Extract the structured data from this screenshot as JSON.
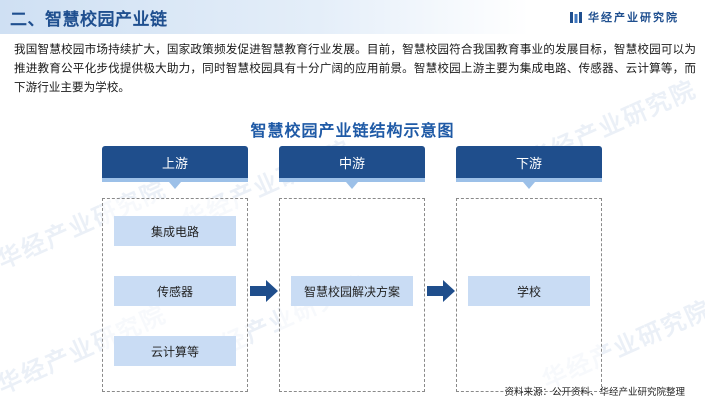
{
  "header": {
    "title": "二、智慧校园产业链",
    "brand": "华经产业研究院",
    "brand_logo_icon": "bars-logo-icon"
  },
  "intro": "我国智慧校园市场持续扩大，国家政策频发促进智慧教育行业发展。目前，智慧校园符合我国教育事业的发展目标，智慧校园可以为推进教育公平化步伐提供极大助力，同时智慧校园具有十分广阔的应用前景。智慧校园上游主要为集成电路、传感器、云计算等，而下游行业主要为学校。",
  "diagram": {
    "title": "智慧校园产业链结构示意图",
    "stages": [
      {
        "label": "上游",
        "items": [
          "集成电路",
          "传感器",
          "云计算等"
        ]
      },
      {
        "label": "中游",
        "items": [
          "智慧校园解决方案"
        ]
      },
      {
        "label": "下游",
        "items": [
          "学校"
        ]
      }
    ]
  },
  "watermark": "华经产业研究院",
  "source": "资料来源：公开资料、华经产业研究院整理",
  "colors": {
    "header_accent": "#1f4f8f",
    "stage_header": "#1f4e8c",
    "item_fill": "#c9dcf4",
    "arrow": "#1f4e8c",
    "title": "#1f5aa6"
  }
}
